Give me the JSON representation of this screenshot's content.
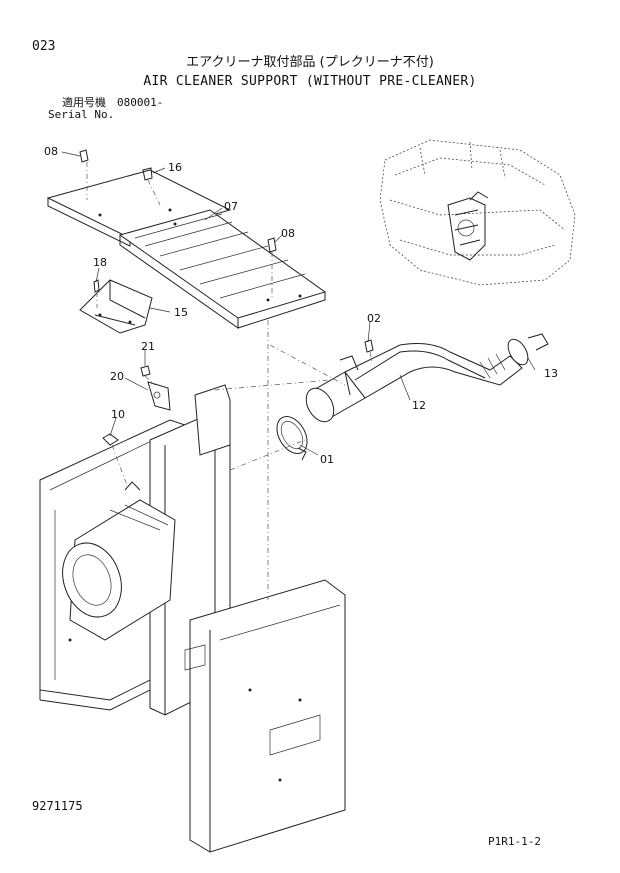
{
  "header": {
    "page_number": "023",
    "title_jp": "エアクリーナ取付部品 (プレクリーナ不付)",
    "title_en": "AIR CLEANER SUPPORT (WITHOUT PRE-CLEANER)",
    "serial_label_jp": "適用号機",
    "serial_label_en": "Serial No.",
    "serial_value": "080001-"
  },
  "callouts": {
    "c08a": "08",
    "c16": "16",
    "c07": "07",
    "c08b": "08",
    "c18": "18",
    "c15": "15",
    "c02": "02",
    "c21": "21",
    "c20": "20",
    "c13": "13",
    "c12": "12",
    "c10": "10",
    "c01": "01"
  },
  "footer": {
    "doc_number": "9271175",
    "page_code": "P1R1-1-2"
  }
}
